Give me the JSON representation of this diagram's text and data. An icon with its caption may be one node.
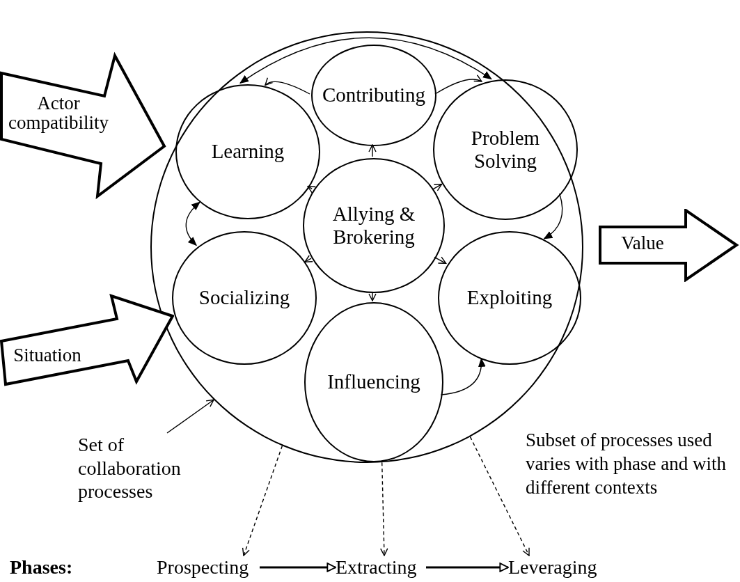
{
  "diagram": {
    "nodes": [
      {
        "text": [],
        "shape": "circle"
      },
      {
        "text": [
          "Contributing"
        ],
        "in": 0
      },
      {
        "text": [
          "Learning"
        ],
        "in": 0
      },
      {
        "text": [
          "Problem Solving"
        ],
        "in": 0
      },
      {
        "text": [
          "Allying & Brokering"
        ],
        "in": 0
      },
      {
        "text": [
          "Socializing"
        ],
        "in": 0
      },
      {
        "text": [
          "Exploiting"
        ],
        "in": 0
      },
      {
        "text": [
          "Influencing"
        ],
        "in": 0
      },
      {
        "text": [
          "Actor compatibility"
        ]
      },
      {
        "text": [
          "Situation"
        ]
      },
      {
        "text": [
          "Value"
        ]
      },
      {
        "text": [
          "Set of collaboration processes"
        ]
      },
      {
        "text": [
          "Prospecting"
        ]
      },
      {
        "text": [
          "Extracting"
        ]
      },
      {
        "text": [
          "Leveraging"
        ]
      }
    ],
    "edges": [
      {
        "from": 4,
        "to": 1,
        "arrow": "to"
      },
      {
        "from": 4,
        "to": 2,
        "arrow": "to"
      },
      {
        "from": 4,
        "to": 3,
        "arrow": "to"
      },
      {
        "from": 4,
        "to": 5,
        "arrow": "to"
      },
      {
        "from": 4,
        "to": 6,
        "arrow": "to"
      },
      {
        "from": 4,
        "to": 7,
        "arrow": "to"
      },
      {
        "from": 1,
        "to": 2,
        "arrow": "to"
      },
      {
        "from": 1,
        "to": 3,
        "arrow": "to"
      },
      {
        "from": 2,
        "to": 3,
        "arrow": "both"
      },
      {
        "from": 2,
        "to": 5,
        "arrow": "both"
      },
      {
        "from": 3,
        "to": 6,
        "arrow": "to"
      },
      {
        "from": 7,
        "to": 6,
        "arrow": "to"
      },
      {
        "from": 11,
        "to": 0,
        "arrow": "to"
      },
      {
        "from": 0,
        "to": 12,
        "arrow": "to",
        "style": "dashed"
      },
      {
        "from": 0,
        "to": 13,
        "arrow": "to",
        "style": "dashed"
      },
      {
        "from": 0,
        "to": 14,
        "arrow": "to",
        "style": "dashed"
      },
      {
        "from": 12,
        "to": 13,
        "arrow": "to",
        "style": "thick"
      },
      {
        "from": 13,
        "to": 14,
        "arrow": "to",
        "style": "thick"
      }
    ],
    "labels": [
      "Subset of processes used varies with phase and with different contexts",
      "Phases:"
    ]
  }
}
